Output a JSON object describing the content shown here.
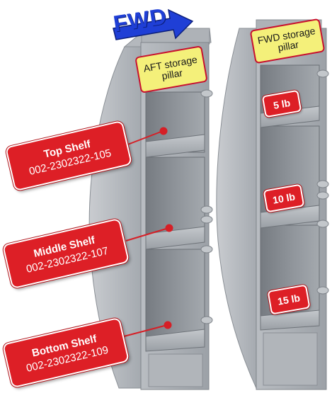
{
  "fwd_label": "FWD",
  "pillars": {
    "aft_label_line1": "AFT storage",
    "aft_label_line2": "pillar",
    "fwd_label_line1": "FWD storage",
    "fwd_label_line2": "pillar"
  },
  "shelves": {
    "top_name": "Top Shelf",
    "top_part": "002-2302322-105",
    "middle_name": "Middle Shelf",
    "middle_part": "002-2302322-107",
    "bottom_name": "Bottom Shelf",
    "bottom_part": "002-2302322-109"
  },
  "weights": {
    "top": "5 lb",
    "middle": "10 lb",
    "bottom": "15 lb"
  },
  "colors": {
    "callout_red": "#dd1f26",
    "label_yellow": "#f4f07a",
    "arrow_blue": "#1f3fd6",
    "pillar_grey": "#a7acb2"
  }
}
